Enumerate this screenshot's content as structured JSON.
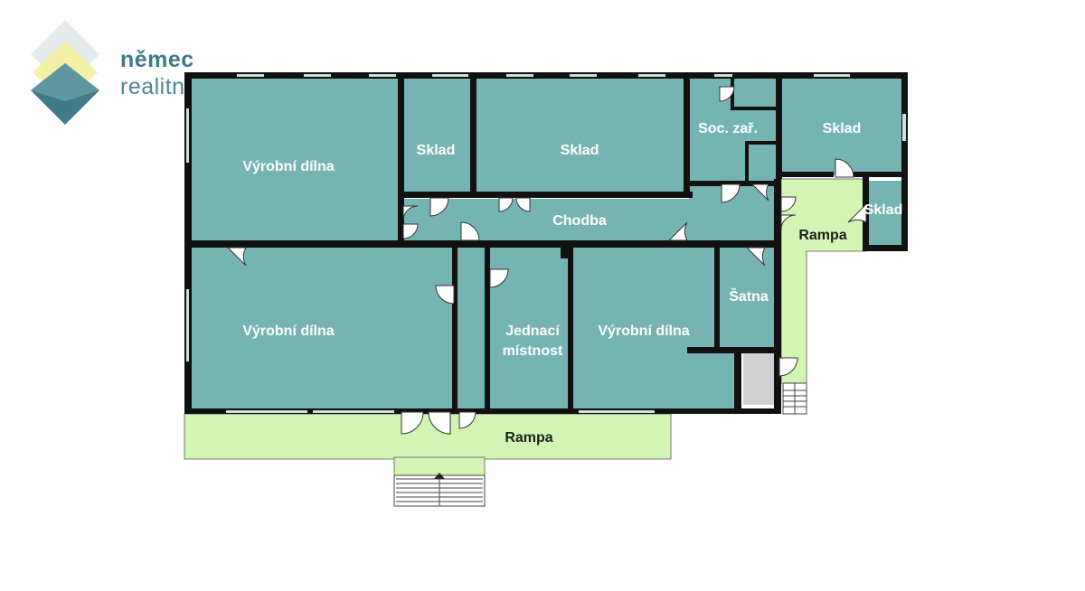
{
  "brand": {
    "name": "němec",
    "subtitle": "realitní kancelář"
  },
  "rooms": {
    "vyrobni_dilna_1": "Výrobní dílna",
    "sklad_1": "Sklad",
    "sklad_2": "Sklad",
    "soc_zar": "Soc. zař.",
    "sklad_3": "Sklad",
    "sklad_4": "Sklad",
    "chodba": "Chodba",
    "rampa_side": "Rampa",
    "vyrobni_dilna_2": "Výrobní dílna",
    "jednaci_line1": "Jednací",
    "jednaci_line2": "místnost",
    "vyrobni_dilna_3": "Výrobní dílna",
    "satna": "Šatna",
    "rampa_front": "Rampa"
  },
  "colors": {
    "room_fill": "#76b4b4",
    "rampa_fill": "#d3f5b3",
    "wall": "#111111",
    "logo_light": "#e4ebec",
    "logo_yellow": "#f3f0a0",
    "logo_teal": "#3f7a86"
  }
}
